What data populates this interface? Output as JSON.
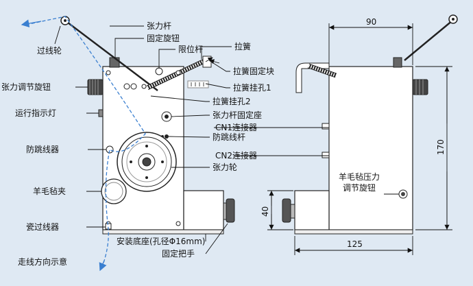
{
  "labels": {
    "tension_rod": "张力杆",
    "fixed_knob": "固定旋钮",
    "limit_rod": "限位杆",
    "spring": "拉簧",
    "wire_guide_wheel": "过线轮",
    "tension_adjust_knob": "张力调节旋钮",
    "spring_fixed_block": "拉簧固定块",
    "spring_hole_1": "拉簧挂孔1",
    "spring_hole_2": "拉簧挂孔2",
    "rod_fixed_seat": "张力杆固定座",
    "run_indicator": "运行指示灯",
    "cn1": "CN1连接器",
    "anti_jump_rod": "防跳线杆",
    "anti_jump_device": "防跳线器",
    "cn2": "CN2连接器",
    "tension_wheel": "张力轮",
    "felt_clamp": "羊毛毡夹",
    "ceramic_guide": "瓷过线器",
    "mount_base": "安装底座(孔径Φ16mm)",
    "wire_direction": "走线方向示意",
    "fixed_handle": "固定把手",
    "felt_pressure_knob_line1": "羊毛毡压力",
    "felt_pressure_knob_line2": "调节旋钮"
  },
  "dimensions": {
    "width_top": "90",
    "height_right": "170",
    "base_height": "40",
    "width_bottom": "125"
  },
  "colors": {
    "background": "#dfe9f3",
    "device_body": "#ffffff",
    "outline": "#222222",
    "wire_path": "#3a7fd0"
  }
}
